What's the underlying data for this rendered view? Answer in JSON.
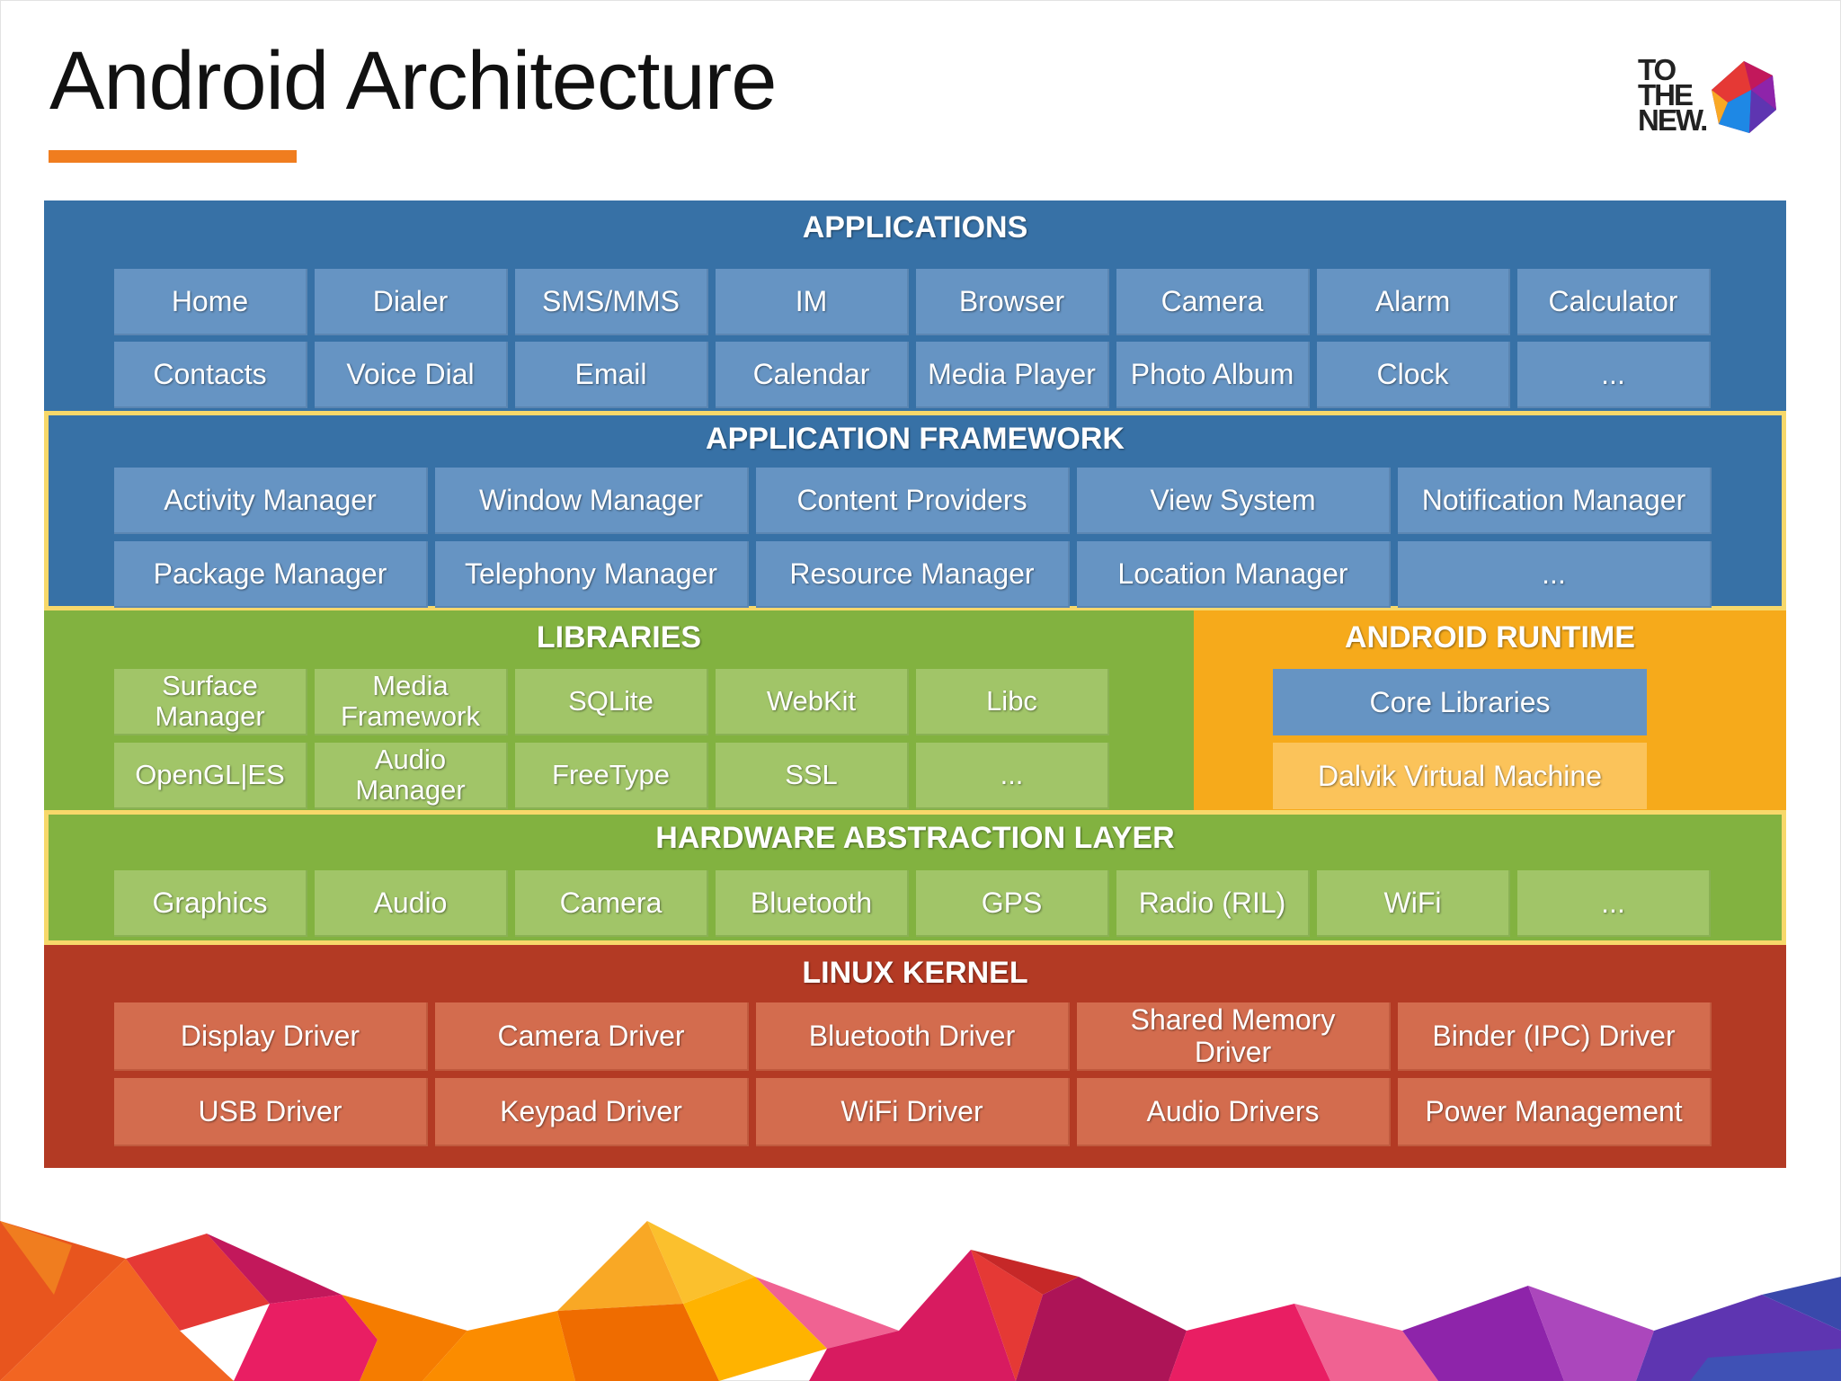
{
  "slide": {
    "title": "Android Architecture",
    "accent_color": "#f07d1f",
    "logo_text": [
      "TO",
      "THE",
      "NEW."
    ]
  },
  "diagram": {
    "applications": {
      "title": "APPLICATIONS",
      "color": "#3771a6",
      "rows": [
        [
          "Home",
          "Dialer",
          "SMS/MMS",
          "IM",
          "Browser",
          "Camera",
          "Alarm",
          "Calculator"
        ],
        [
          "Contacts",
          "Voice Dial",
          "Email",
          "Calendar",
          "Media Player",
          "Photo Album",
          "Clock",
          "..."
        ]
      ]
    },
    "framework": {
      "title": "APPLICATION FRAMEWORK",
      "color": "#3771a6",
      "rows": [
        [
          "Activity Manager",
          "Window Manager",
          "Content Providers",
          "View System",
          "Notification Manager"
        ],
        [
          "Package Manager",
          "Telephony Manager",
          "Resource Manager",
          "Location Manager",
          "..."
        ]
      ]
    },
    "libraries": {
      "title": "LIBRARIES",
      "color": "#82b240",
      "rows": [
        [
          "Surface\nManager",
          "Media\nFramework",
          "SQLite",
          "WebKit",
          "Libc"
        ],
        [
          "OpenGL|ES",
          "Audio\nManager",
          "FreeType",
          "SSL",
          "..."
        ]
      ]
    },
    "runtime": {
      "title": "ANDROID RUNTIME",
      "color": "#f6aa1b",
      "core": "Core Libraries",
      "vm": "Dalvik Virtual Machine"
    },
    "hal": {
      "title": "HARDWARE ABSTRACTION LAYER",
      "color": "#82b240",
      "items": [
        "Graphics",
        "Audio",
        "Camera",
        "Bluetooth",
        "GPS",
        "Radio (RIL)",
        "WiFi",
        "..."
      ]
    },
    "kernel": {
      "title": "LINUX KERNEL",
      "color": "#b33a24",
      "rows": [
        [
          "Display Driver",
          "Camera Driver",
          "Bluetooth Driver",
          "Shared Memory\nDriver",
          "Binder (IPC) Driver"
        ],
        [
          "USB Driver",
          "Keypad Driver",
          "WiFi Driver",
          "Audio Drivers",
          "Power Management"
        ]
      ]
    }
  }
}
